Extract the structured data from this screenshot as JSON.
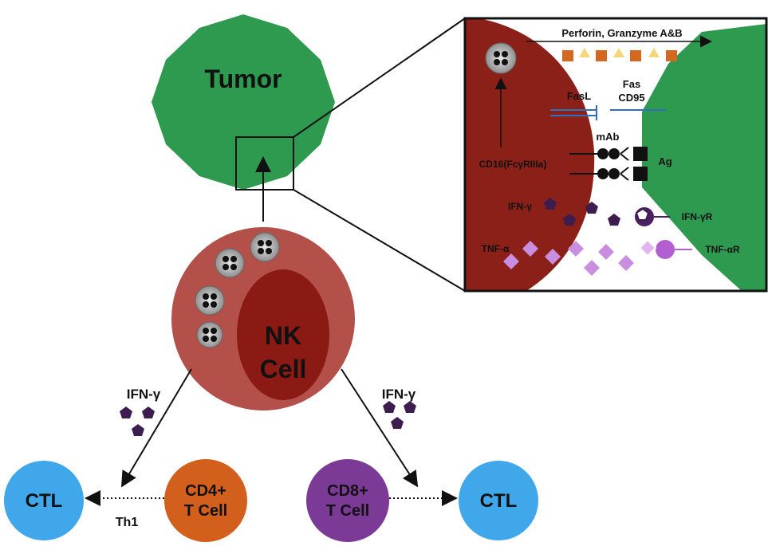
{
  "tumor": {
    "label": "Tumor",
    "color": "#2e9a4f"
  },
  "nk_cell": {
    "label_line1": "NK",
    "label_line2": "Cell",
    "outer_color": "#b3504a",
    "inner_color": "#8b1a14"
  },
  "left_branch": {
    "cytokine": "IFN-γ",
    "ctl": "CTL",
    "helper_line1": "CD4+",
    "helper_line2": "T Cell",
    "link_label": "Th1",
    "ctl_color": "#3fa7ea",
    "helper_color": "#d25f1c"
  },
  "right_branch": {
    "cytokine": "IFN-γ",
    "ctl": "CTL",
    "helper_line1": "CD8+",
    "helper_line2": "T Cell",
    "ctl_color": "#3fa7ea",
    "helper_color": "#7b3a96"
  },
  "inset": {
    "perforin": "Perforin, Granzyme A&B",
    "fasl": "FasL",
    "fas_line1": "Fas",
    "fas_line2": "CD95",
    "mab": "mAb",
    "ag": "Ag",
    "cd16": "CD16(FcγRIIIa)",
    "ifn": "IFN-γ",
    "ifn_r": "IFN-γR",
    "tnf": "TNF-α",
    "tnf_r": "TNF-αR",
    "colors": {
      "nk": "#8b2019",
      "tumor": "#2e9a4f",
      "pentagon": "#3d1c4f",
      "diamond": "#c98ee0",
      "square": "#d2691e",
      "triangle": "#f4d77a",
      "fas": "#2f6fbf"
    }
  }
}
